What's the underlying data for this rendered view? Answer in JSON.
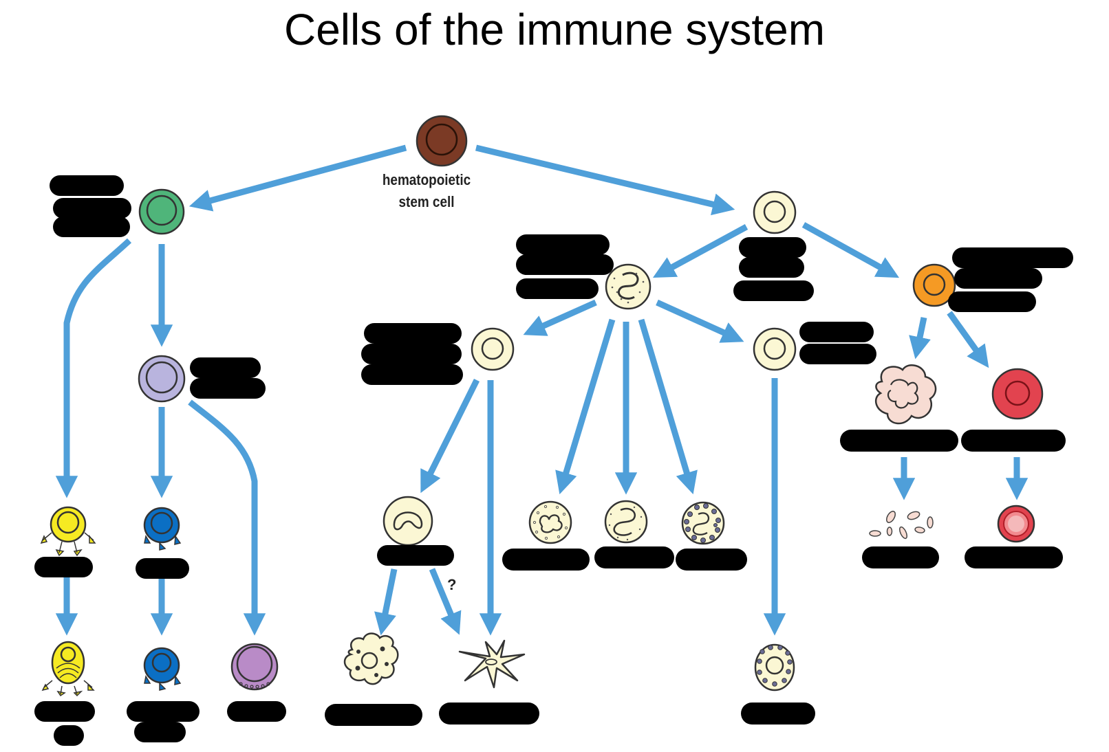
{
  "title": "Cells of the immune system",
  "stem_cell_label_line1": "hematopoietic",
  "stem_cell_label_line2": "stem cell",
  "uncertain_path_marker": "?",
  "colors": {
    "arrow": "#4f9fd9",
    "stem_cell": "#7b3a25",
    "lymphoid_progenitor": "#4fb57a",
    "nk_precursor": "#b9b4de",
    "myeloid_progenitor": "#fbf7d4",
    "megakaryocyte_erythroid_progenitor": "#f59a24",
    "erythrocyte": "#e2434f",
    "megakaryocyte": "#f7dcd3",
    "b_cell": "#f6ea22",
    "t_cell": "#0b6fc4",
    "nk_cell": "#b98bc7",
    "label_mask": "#000000"
  },
  "icons": [
    "hematopoietic-stem-cell-icon",
    "lymphoid-progenitor-icon",
    "myeloid-progenitor-icon",
    "granulocyte-macrophage-progenitor-icon",
    "megakaryocyte-erythroid-progenitor-icon",
    "b-cell-icon",
    "plasma-cell-icon",
    "t-cell-icon",
    "effector-t-cell-icon",
    "nk-cell-icon",
    "monocyte-icon",
    "macrophage-icon",
    "dendritic-cell-icon",
    "neutrophil-icon",
    "basophil-icon",
    "eosinophil-icon",
    "mast-cell-icon",
    "megakaryocyte-icon",
    "platelets-icon",
    "erythrocyte-icon"
  ]
}
